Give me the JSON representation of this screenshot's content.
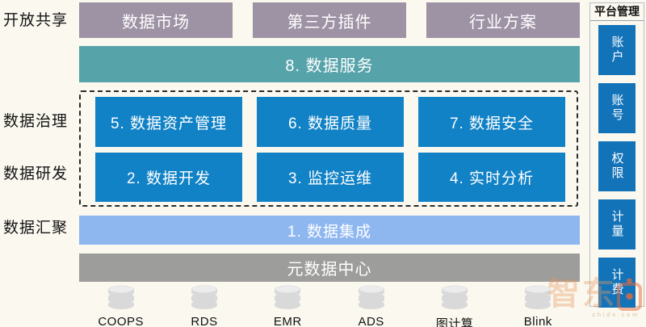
{
  "diagram": {
    "left_labels": [
      {
        "label": "开放共享"
      },
      {
        "label": "数据治理"
      },
      {
        "label": "数据研发"
      },
      {
        "label": "数据汇聚"
      }
    ],
    "top_row": [
      {
        "label": "数据市场"
      },
      {
        "label": "第三方插件"
      },
      {
        "label": "行业方案"
      }
    ],
    "service_bar": {
      "label": "8. 数据服务"
    },
    "governance_row": [
      {
        "label": "5. 数据资产管理"
      },
      {
        "label": "6. 数据质量"
      },
      {
        "label": "7. 数据安全"
      }
    ],
    "development_row": [
      {
        "label": "2. 数据开发"
      },
      {
        "label": "3. 监控运维"
      },
      {
        "label": "4. 实时分析"
      }
    ],
    "integration_bar": {
      "label": "1. 数据集成"
    },
    "metadata_bar": {
      "label": "元数据中心"
    },
    "datasources": [
      {
        "label": "COOPS"
      },
      {
        "label": "RDS"
      },
      {
        "label": "EMR"
      },
      {
        "label": "ADS"
      },
      {
        "label": "图计算"
      },
      {
        "label": "Blink"
      }
    ],
    "platform_panel": {
      "title": "平台管理",
      "items": [
        {
          "label": "账户"
        },
        {
          "label": "账号"
        },
        {
          "label": "权限"
        },
        {
          "label": "计量"
        },
        {
          "label": "计费"
        }
      ]
    },
    "watermark": {
      "char1": "智",
      "char2": "东",
      "site": "zhidx.com"
    },
    "colors": {
      "background": "#faf8ef",
      "top_box": "#9e92a5",
      "service_bar": "#56a3aa",
      "module_box": "#1182c6",
      "integration_bar": "#8eb7f0",
      "metadata_bar": "#9d9d9b",
      "panel_box": "#1373b9",
      "cylinder": "#d9d9d9"
    }
  }
}
